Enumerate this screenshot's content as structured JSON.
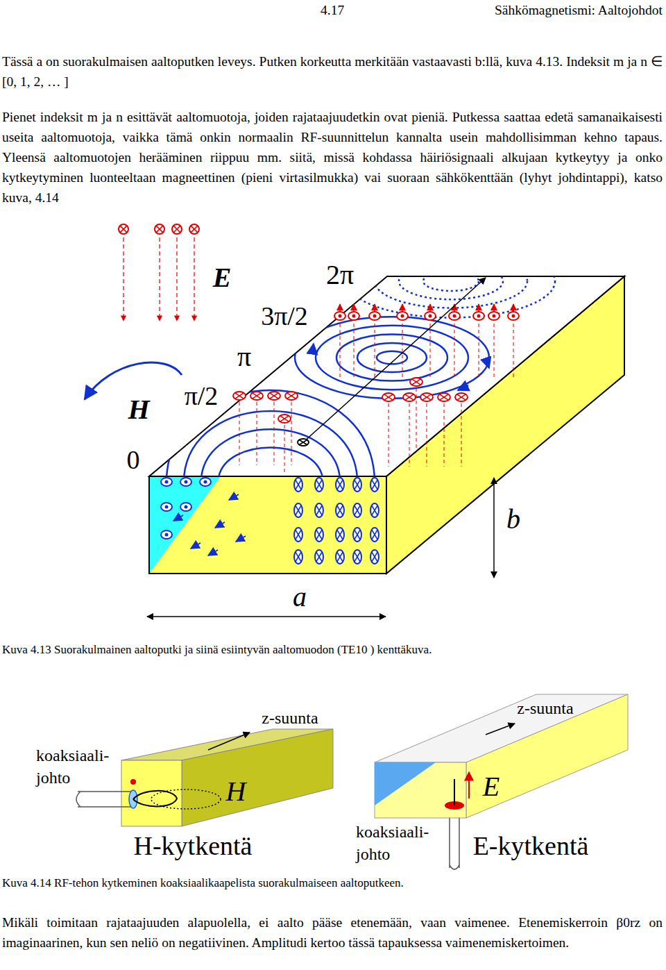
{
  "diagram": {
    "labels": [
      "4.17",
      "Sähkömagnetismi: Aaltojohdot",
      "Tässä a on suorakulmaisen aaltoputken leveys. Putken korkeutta merkitään vastaavasti b:llä, kuva 4.13. Indeksit m ja n ∈ [0, 1, 2, … ]",
      "Pienet indeksit m ja n esittävät aaltomuotoja, joiden rajataajuudetkin ovat pieniä. Putkessa saattaa edetä samanaikaisesti useita aaltomuotoja, vaikka tämä onkin normaalin RF-suunnittelun kannalta usein mahdollisimman kehno tapaus. Yleensä aaltomuotojen herääminen riippuu mm. siitä, missä kohdassa häiriösignaali alkujaan kytkeytyy ja onko kytkeytyminen luonteeltaan magneettinen (pieni virtasilmukka) vai suoraan sähkökenttään (lyhyt johdintappi), katso kuva, 4.14",
      "E",
      "2π",
      "3π/2",
      "π",
      "H",
      "π/2",
      "0",
      "b",
      "a",
      "Kuva 4.13 Suorakulmainen aaltoputki ja siinä esiintyvän aaltomuodon (TE10 ) kenttäkuva.",
      "z-suunta",
      "z-suunta",
      "koaksiaali- johto",
      "H",
      "H-kytkentä",
      "koaksiaali- johto",
      "E",
      "E-kytkentä",
      "Kuva 4.14 RF-tehon kytkeminen koaksiaalikaapelista suorakulmaiseen aaltoputkeen.",
      "Mikäli toimitaan rajataajuuden alapuolella, ei aalto pääse etenemään, vaan vaimenee. Etenemiskerroin β0rz on imaginaarinen, kun sen neliö on negatiivinen. Amplitudi kertoo tässä tapauksessa vaimenemiskertoimen."
    ]
  }
}
